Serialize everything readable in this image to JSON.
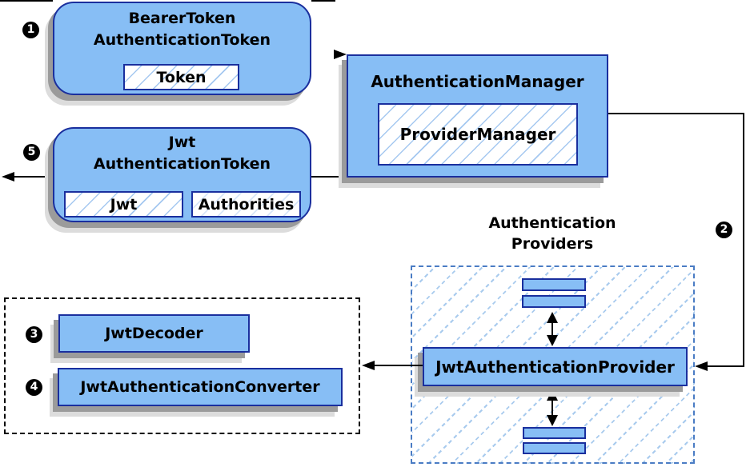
{
  "bearer": {
    "title": "BearerToken\nAuthenticationToken",
    "chip": "Token"
  },
  "manager": {
    "title": "AuthenticationManager",
    "chip": "ProviderManager"
  },
  "jwt_token": {
    "title": "Jwt\nAuthenticationToken",
    "jwt_chip": "Jwt",
    "authorities_chip": "Authorities"
  },
  "providers": {
    "label": "Authentication\nProviders",
    "provider": "JwtAuthenticationProvider"
  },
  "converters": {
    "decoder": "JwtDecoder",
    "converter": "JwtAuthenticationConverter"
  },
  "steps": {
    "s1": "1",
    "s2": "2",
    "s3": "3",
    "s4": "4",
    "s5": "5"
  },
  "colors": {
    "box_fill": "#87BEF5",
    "box_border": "#1A2F9E",
    "hatch_line": "#A5C8F0",
    "providers_container_border": "#4A7CC4",
    "converter_container_border": "#000000",
    "shadow": "#9B9B9B",
    "arrow": "#000000",
    "step_badge_bg": "#000000",
    "step_badge_text": "#FFFFFF",
    "background": "#FFFFFF"
  }
}
